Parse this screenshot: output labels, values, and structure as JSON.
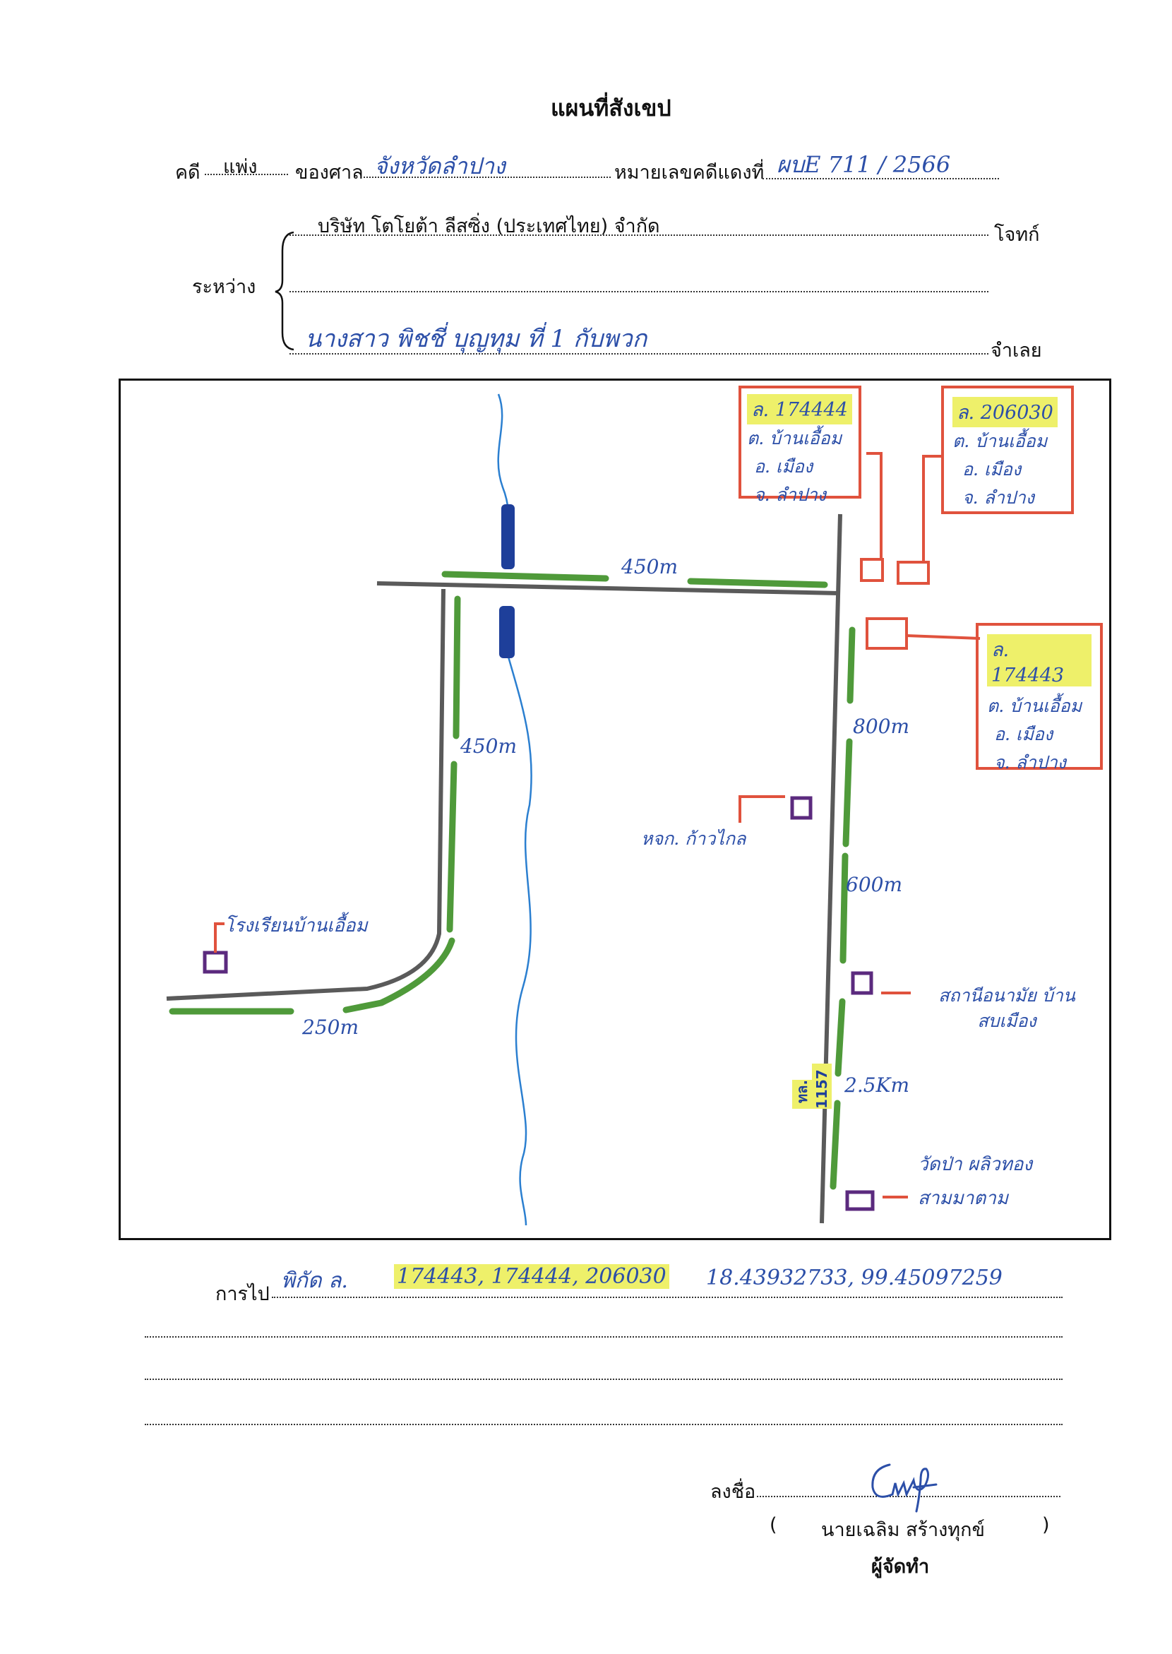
{
  "header": {
    "title": "แผนที่สังเขป",
    "case_label": "คดี",
    "case_type": "แพ่ง",
    "court_label": "ของศาล",
    "court_name": "จังหวัดลำปาง",
    "red_case_label": "หมายเลขคดีแดงที่",
    "red_case_number": "ผบE 711 / 2566"
  },
  "parties": {
    "between_label": "ระหว่าง",
    "plaintiff": "บริษัท โตโยต้า ลีสซิ่ง (ประเทศไทย) จำกัด",
    "plaintiff_role": "โจทก์",
    "defendant": "นางสาว พิชชี่ บุญทุม ที่ 1 กับพวก",
    "defendant_role": "จำเลย"
  },
  "map": {
    "parcels": [
      {
        "code": "ล. 174444",
        "lines": [
          "ต. บ้านเอื้อม",
          "อ. เมือง",
          "จ. ลำปาง"
        ]
      },
      {
        "code": "ล. 206030",
        "lines": [
          "ต. บ้านเอื้อม",
          "อ. เมือง",
          "จ. ลำปาง"
        ]
      },
      {
        "code": "ล. 174443",
        "lines": [
          "ต. บ้านเอื้อม",
          "อ. เมือง",
          "จ. ลำปาง"
        ]
      }
    ],
    "distances": {
      "top_road": "450m",
      "left_road": "450m",
      "bottom_road": "250m",
      "right_1": "800m",
      "right_2": "600m",
      "right_3": "2.5Km"
    },
    "highway": "ทล. 1157",
    "landmarks": {
      "school": "โรงเรียนบ้านเอื้อม",
      "shop": "หจก. ก้าวไกล",
      "health": "สถานีอนามัย บ้าน สบเมือง",
      "temple_1": "วัดป่า ผลิวทอง",
      "temple_2": "สามมาตาม"
    }
  },
  "directions": {
    "label": "การไป",
    "text_prefix": "พิกัด ล.",
    "codes": "174443, 174444, 206030",
    "coords": "18.43932733, 99.45097259"
  },
  "signature": {
    "sign_label": "ลงชื่อ",
    "open_paren": "(",
    "name": "นายเฉลิม สร้างทุกข์",
    "close_paren": ")",
    "role": "ผู้จัดทำ"
  },
  "colors": {
    "road": "#5a5a5a",
    "highlight_green": "#4f9a3a",
    "river": "#2b7fd0",
    "bridge": "#1e3f9a",
    "red": "#e0523d",
    "purple": "#5b2a7e",
    "ink": "#2c4fa8"
  }
}
